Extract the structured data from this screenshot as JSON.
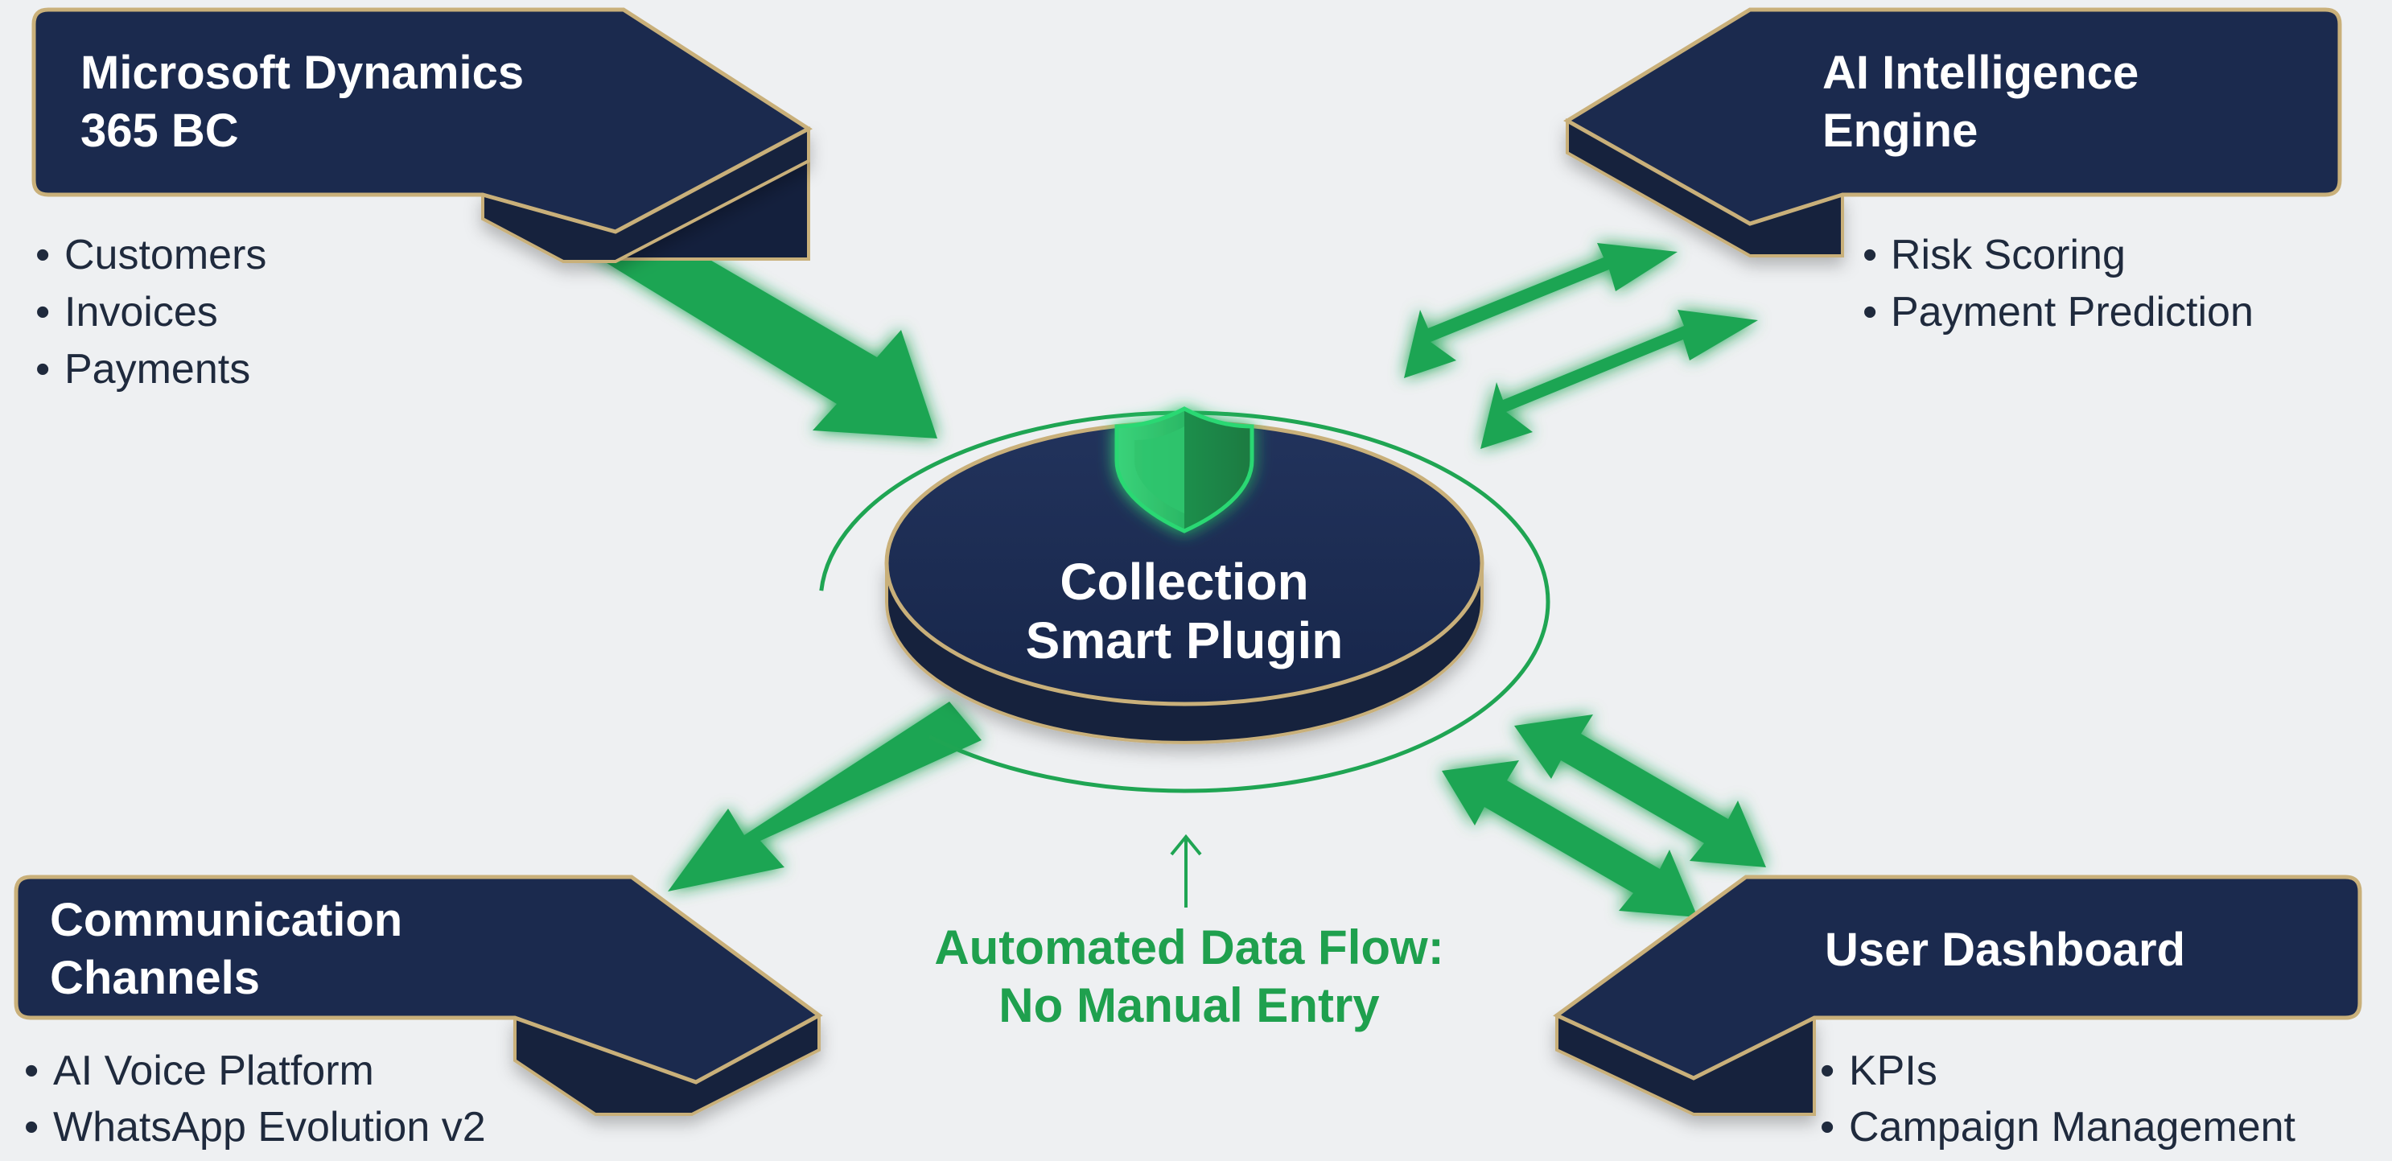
{
  "colors": {
    "background": "#eef0f2",
    "box_fill": "#1b2a4e",
    "box_side": "#14203d",
    "box_border": "#c9b07a",
    "arrow": "#1fa553",
    "text_dark": "#1f2a3d",
    "accent_green": "#1fa04e"
  },
  "hub": {
    "title_line1": "Collection",
    "title_line2": "Smart Plugin",
    "icon": "shield-icon"
  },
  "nodes": {
    "dynamics": {
      "title_line1": "Microsoft Dynamics",
      "title_line2": "365 BC",
      "items": [
        "Customers",
        "Invoices",
        "Payments"
      ]
    },
    "ai_engine": {
      "title_line1": "AI Intelligence",
      "title_line2": "Engine",
      "items": [
        "Risk Scoring",
        "Payment Prediction"
      ]
    },
    "communication": {
      "title_line1": "Communication",
      "title_line2": "Channels",
      "items": [
        "AI Voice Platform",
        "WhatsApp Evolution v2"
      ]
    },
    "dashboard": {
      "title_line1": "User Dashboard",
      "items": [
        "KPIs",
        "Campaign Management"
      ]
    }
  },
  "note": {
    "line1": "Automated Data Flow:",
    "line2": "No Manual Entry",
    "icon": "arrow-up-icon"
  }
}
